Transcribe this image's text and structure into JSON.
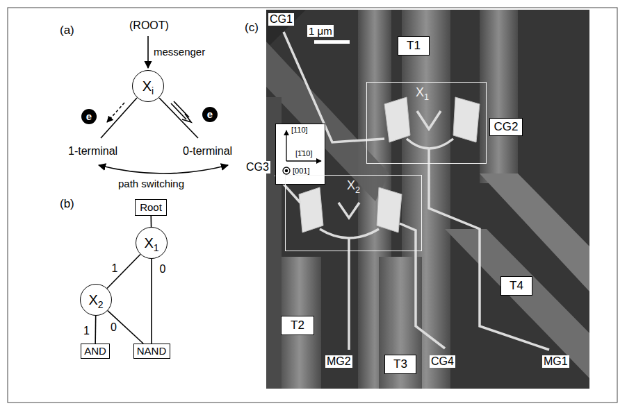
{
  "diagram": {
    "nodes": [
      {
        "text": [
          "Xi"
        ]
      },
      {
        "text": [
          "e"
        ]
      },
      {
        "text": [
          "e"
        ]
      },
      {
        "text": [
          "Root"
        ]
      },
      {
        "text": [
          "X1"
        ]
      },
      {
        "text": [
          "X2"
        ]
      },
      {
        "text": [
          "AND"
        ]
      },
      {
        "text": [
          "NAND"
        ]
      },
      {
        "text": [
          "T1"
        ]
      },
      {
        "text": [
          "X1"
        ]
      },
      {
        "text": [
          "CG2"
        ]
      },
      {
        "text": [
          "[110]",
          "[1̄10]",
          "[001]"
        ]
      },
      {
        "text": [
          "X2"
        ]
      },
      {
        "text": [
          "T4"
        ]
      },
      {
        "text": [
          "T2"
        ]
      },
      {
        "text": [
          "T3"
        ]
      }
    ],
    "edges": [
      {
        "from": 3,
        "to": 4,
        "arrow": "none"
      },
      {
        "from": 4,
        "to": 5,
        "label": "1",
        "arrow": "none"
      },
      {
        "from": 4,
        "to": 7,
        "label": "0",
        "arrow": "none"
      },
      {
        "from": 5,
        "to": 6,
        "label": "1",
        "arrow": "none"
      },
      {
        "from": 5,
        "to": 7,
        "label": "0",
        "arrow": "none"
      }
    ],
    "labels": [
      "(a)",
      "(ROOT)",
      "messenger",
      "1-terminal",
      "0-terminal",
      "path switching",
      "(b)",
      "(c)",
      "CG1",
      "1 μm",
      "CG3",
      "MG2",
      "CG4",
      "MG1"
    ]
  }
}
